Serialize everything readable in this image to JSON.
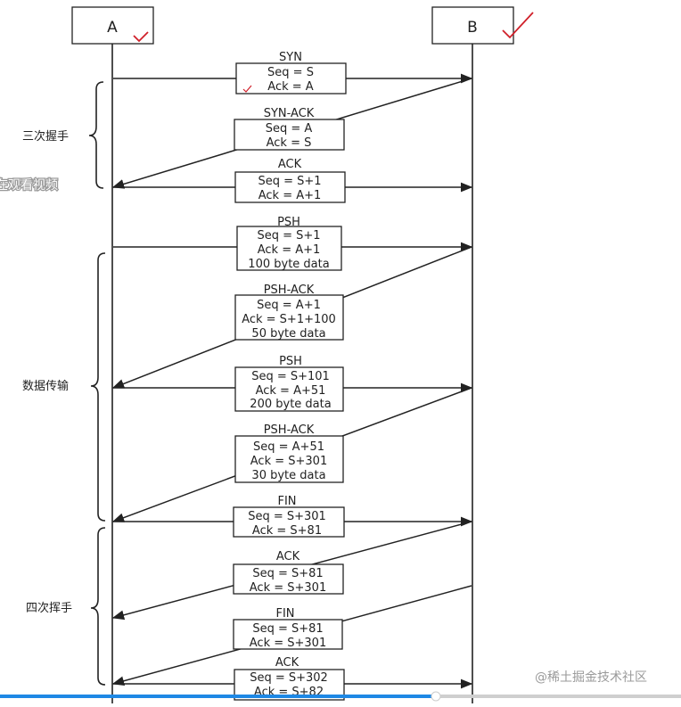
{
  "participants": [
    "A",
    "B"
  ],
  "messages": [
    {
      "title": "SYN",
      "lines": [
        "Seq = S",
        "Ack = A"
      ],
      "dir": "A-B"
    },
    {
      "title": "SYN-ACK",
      "lines": [
        "Seq = A",
        "Ack = S"
      ],
      "dir": "B-A"
    },
    {
      "title": "ACK",
      "lines": [
        "Seq = S+1",
        "Ack = A+1"
      ],
      "dir": "A-B"
    },
    {
      "title": "PSH",
      "lines": [
        "Seq = S+1",
        "Ack = A+1",
        "100 byte data"
      ],
      "dir": "A-B"
    },
    {
      "title": "PSH-ACK",
      "lines": [
        "Seq = A+1",
        "Ack = S+1+100",
        "50 byte data"
      ],
      "dir": "B-A"
    },
    {
      "title": "PSH",
      "lines": [
        "Seq = S+101",
        "Ack = A+51",
        "200 byte data"
      ],
      "dir": "A-B"
    },
    {
      "title": "PSH-ACK",
      "lines": [
        "Seq = A+51",
        "Ack = S+301",
        "30 byte data"
      ],
      "dir": "B-A"
    },
    {
      "title": "FIN",
      "lines": [
        "Seq = S+301",
        "Ack = S+81"
      ],
      "dir": "A-B"
    },
    {
      "title": "ACK",
      "lines": [
        "Seq = S+81",
        "Ack = S+301"
      ],
      "dir": "B-A"
    },
    {
      "title": "FIN",
      "lines": [
        "Seq = S+81",
        "Ack = S+301"
      ],
      "dir": "B-A"
    },
    {
      "title": "ACK",
      "lines": [
        "Seq = S+302",
        "Ack = S+82"
      ],
      "dir": "A-B"
    }
  ],
  "phases": [
    "三次握手",
    "数据传输",
    "四次挥手"
  ],
  "overlay": {
    "caption": "在观看视频",
    "watermark": "@稀土掘金技术社区",
    "progress": 0.64
  },
  "colors": {
    "line": "#222222",
    "annotation": "#d0202a",
    "progress": "#1e88e5"
  }
}
